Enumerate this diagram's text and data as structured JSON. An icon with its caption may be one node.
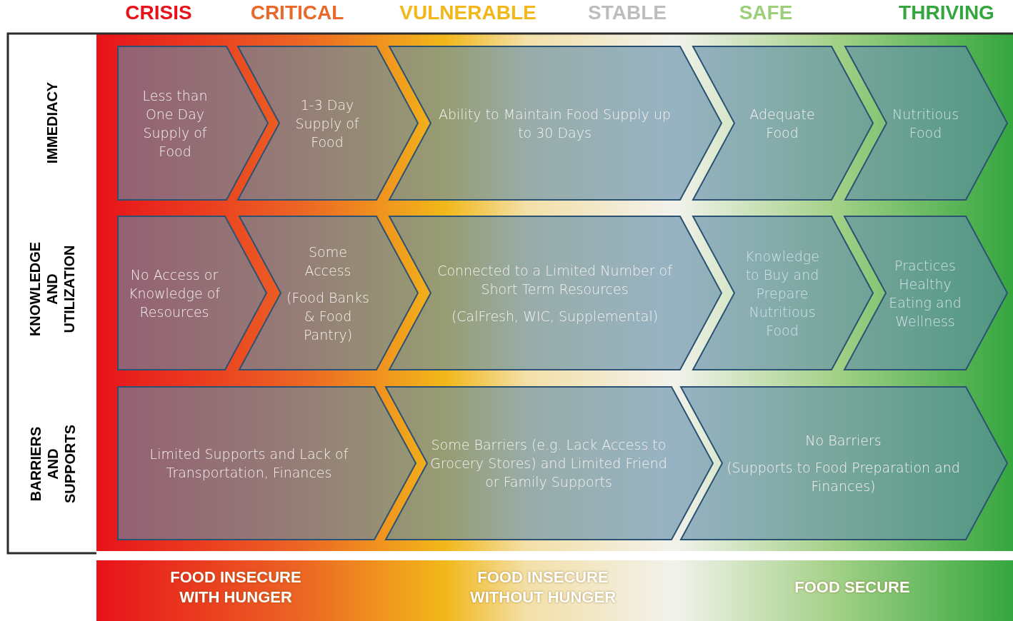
{
  "diagram": {
    "nodes": [
      {
        "text": [
          "Less than One Day Supply of Food"
        ]
      },
      {
        "text": [
          "1-3 Day Supply of Food"
        ]
      },
      {
        "text": [
          "Ability to Maintain Food Supply up to 30 Days"
        ]
      },
      {
        "text": [
          "Adequate Food"
        ]
      },
      {
        "text": [
          "Nutritious Food"
        ]
      },
      {
        "text": [
          "No Access or Knowledge of Resources"
        ]
      },
      {
        "text": [
          "Some Access",
          "(Food Banks & Food Pantry)"
        ]
      },
      {
        "text": [
          "Connected to a Limited Number of Short Term Resources",
          "(CalFresh, WIC, Supplemental)"
        ]
      },
      {
        "text": [
          "Knowledge to Buy and Prepare Nutritious Food"
        ]
      },
      {
        "text": [
          "Practices Healthy Eating and Wellness"
        ]
      },
      {
        "text": [
          "Limited Supports and Lack of Transportation, Finances"
        ]
      },
      {
        "text": [
          "Some Barriers (e.g. Lack Access to Grocery Stores) and Limited Friend or Family Supports"
        ]
      },
      {
        "text": [
          "No Barriers",
          "(Supports to Food Preparation and Finances)"
        ]
      }
    ],
    "labels": [
      "CRISIS",
      "CRITICAL",
      "VULNERABLE",
      "STABLE",
      "SAFE",
      "THRIVING",
      "IMMEDIACY",
      "KNOWLEDGE AND UTILIZATION",
      "BARRIERS AND SUPPORTS",
      "FOOD INSECURE WITH HUNGER",
      "FOOD INSECURE WITHOUT HUNGER",
      "FOOD SECURE"
    ]
  }
}
